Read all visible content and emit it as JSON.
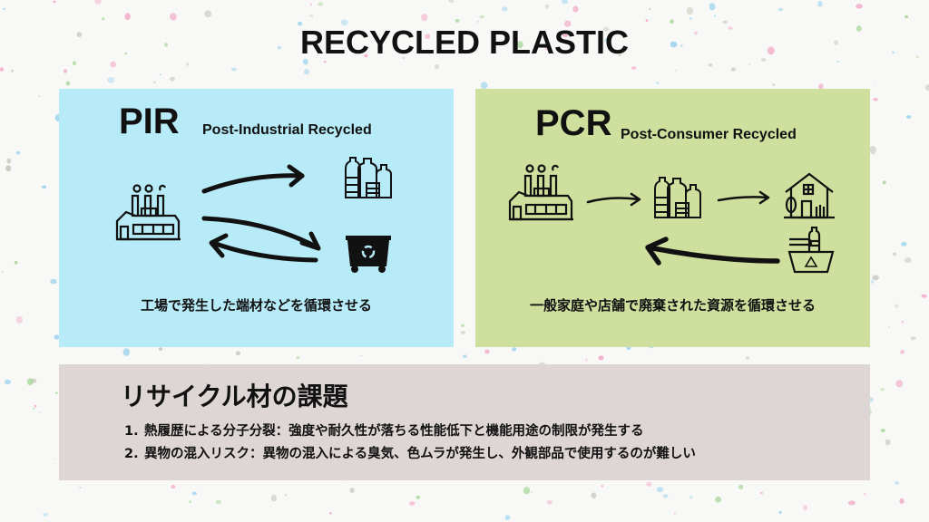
{
  "title": "RECYCLED PLASTIC",
  "colors": {
    "background": "#f8f8f6",
    "pir_panel": "#b7ebf8",
    "pcr_panel": "#cfdf9d",
    "challenge_panel": "#ded6d4",
    "text": "#111111",
    "speckles": [
      "#a8d89a",
      "#9fd4ee",
      "#f2a9c8",
      "#c9c9c0"
    ]
  },
  "pir": {
    "abbr": "PIR",
    "name": "Post-Industrial Recycled",
    "caption": "工場で発生した端材などを循環させる",
    "icons": [
      "factory-icon",
      "plastic-bottles-icon",
      "recycle-bin-icon"
    ]
  },
  "pcr": {
    "abbr": "PCR",
    "name": "Post-Consumer Recycled",
    "caption": "一般家庭や店舗で廃棄された資源を循環させる",
    "icons": [
      "factory-icon",
      "plastic-bottles-icon",
      "house-icon",
      "recycling-basket-icon"
    ]
  },
  "challenges": {
    "title": "リサイクル材の課題",
    "items": [
      {
        "num": "1.",
        "text": "熱履歴による分子分裂：強度や耐久性が落ちる性能低下と機能用途の制限が発生する"
      },
      {
        "num": "2.",
        "text": "異物の混入リスク：異物の混入による臭気、色ムラが発生し、外観部品で使用するのが難しい"
      }
    ]
  }
}
